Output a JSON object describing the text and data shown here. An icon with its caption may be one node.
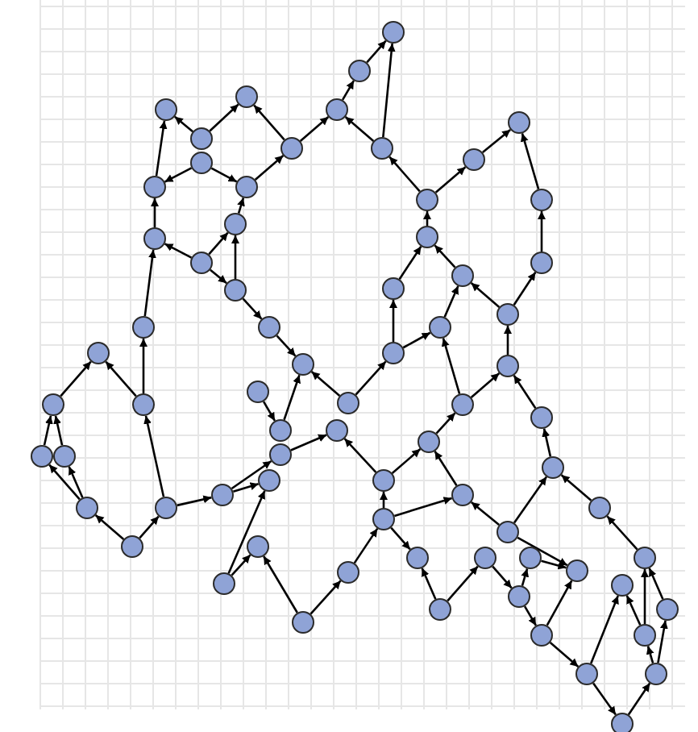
{
  "diagram": {
    "nodes": [
      {
        "text": [],
        "shape": "circle"
      },
      {
        "text": [],
        "shape": "circle"
      },
      {
        "text": [],
        "shape": "circle"
      },
      {
        "text": [],
        "shape": "circle"
      },
      {
        "text": [],
        "shape": "circle"
      },
      {
        "text": [],
        "shape": "circle"
      },
      {
        "text": [],
        "shape": "circle"
      },
      {
        "text": [],
        "shape": "circle"
      },
      {
        "text": [],
        "shape": "circle"
      },
      {
        "text": [],
        "shape": "circle"
      },
      {
        "text": [],
        "shape": "circle"
      },
      {
        "text": [],
        "shape": "circle"
      },
      {
        "text": [],
        "shape": "circle"
      },
      {
        "text": [],
        "shape": "circle"
      },
      {
        "text": [],
        "shape": "circle"
      },
      {
        "text": [],
        "shape": "circle"
      },
      {
        "text": [],
        "shape": "circle"
      },
      {
        "text": [],
        "shape": "circle"
      },
      {
        "text": [],
        "shape": "circle"
      },
      {
        "text": [],
        "shape": "circle"
      },
      {
        "text": [],
        "shape": "circle"
      },
      {
        "text": [],
        "shape": "circle"
      },
      {
        "text": [],
        "shape": "circle"
      },
      {
        "text": [],
        "shape": "circle"
      },
      {
        "text": [],
        "shape": "circle"
      },
      {
        "text": [],
        "shape": "circle"
      },
      {
        "text": [],
        "shape": "circle"
      },
      {
        "text": [],
        "shape": "circle"
      },
      {
        "text": [],
        "shape": "circle"
      },
      {
        "text": [],
        "shape": "circle"
      },
      {
        "text": [],
        "shape": "circle"
      },
      {
        "text": [],
        "shape": "circle"
      },
      {
        "text": [],
        "shape": "circle"
      },
      {
        "text": [],
        "shape": "circle"
      },
      {
        "text": [],
        "shape": "circle"
      },
      {
        "text": [],
        "shape": "circle"
      },
      {
        "text": [],
        "shape": "circle"
      },
      {
        "text": [],
        "shape": "circle"
      },
      {
        "text": [],
        "shape": "circle"
      },
      {
        "text": [],
        "shape": "circle"
      },
      {
        "text": [],
        "shape": "circle"
      },
      {
        "text": [],
        "shape": "circle"
      },
      {
        "text": [],
        "shape": "circle"
      },
      {
        "text": [],
        "shape": "circle"
      },
      {
        "text": [],
        "shape": "circle"
      },
      {
        "text": [],
        "shape": "circle"
      },
      {
        "text": [],
        "shape": "circle"
      },
      {
        "text": [],
        "shape": "circle"
      },
      {
        "text": [],
        "shape": "circle"
      },
      {
        "text": [],
        "shape": "circle"
      },
      {
        "text": [],
        "shape": "circle"
      },
      {
        "text": [],
        "shape": "circle"
      },
      {
        "text": [],
        "shape": "circle"
      },
      {
        "text": [],
        "shape": "circle"
      },
      {
        "text": [],
        "shape": "circle"
      },
      {
        "text": [],
        "shape": "circle"
      },
      {
        "text": [],
        "shape": "circle"
      },
      {
        "text": [],
        "shape": "circle"
      },
      {
        "text": [],
        "shape": "circle"
      },
      {
        "text": [],
        "shape": "circle"
      },
      {
        "text": [],
        "shape": "circle"
      },
      {
        "text": [],
        "shape": "circle"
      },
      {
        "text": [],
        "shape": "circle"
      },
      {
        "text": [],
        "shape": "circle"
      },
      {
        "text": [],
        "shape": "circle"
      },
      {
        "text": [],
        "shape": "circle"
      },
      {
        "text": [],
        "shape": "circle"
      },
      {
        "text": [],
        "shape": "circle"
      },
      {
        "text": [],
        "shape": "circle"
      },
      {
        "text": [],
        "shape": "circle"
      },
      {
        "text": [],
        "shape": "circle"
      },
      {
        "text": [],
        "shape": "circle"
      }
    ],
    "edges": [
      {
        "from": 2,
        "to": 0,
        "arrow": "to"
      },
      {
        "from": 2,
        "to": 1,
        "arrow": "to"
      },
      {
        "from": 4,
        "to": 1,
        "arrow": "to"
      },
      {
        "from": 4,
        "to": 15,
        "arrow": "to"
      },
      {
        "from": 5,
        "to": 0,
        "arrow": "to"
      },
      {
        "from": 3,
        "to": 5,
        "arrow": "to"
      },
      {
        "from": 3,
        "to": 6,
        "arrow": "to"
      },
      {
        "from": 6,
        "to": 4,
        "arrow": "to"
      },
      {
        "from": 8,
        "to": 5,
        "arrow": "to"
      },
      {
        "from": 9,
        "to": 8,
        "arrow": "to"
      },
      {
        "from": 9,
        "to": 7,
        "arrow": "to"
      },
      {
        "from": 7,
        "to": 6,
        "arrow": "to"
      },
      {
        "from": 10,
        "to": 7,
        "arrow": "to"
      },
      {
        "from": 9,
        "to": 10,
        "arrow": "to"
      },
      {
        "from": 10,
        "to": 12,
        "arrow": "to"
      },
      {
        "from": 12,
        "to": 13,
        "arrow": "to"
      },
      {
        "from": 11,
        "to": 8,
        "arrow": "to"
      },
      {
        "from": 31,
        "to": 11,
        "arrow": "to"
      },
      {
        "from": 44,
        "to": 13,
        "arrow": "to"
      },
      {
        "from": 32,
        "to": 14,
        "arrow": "to"
      },
      {
        "from": 31,
        "to": 14,
        "arrow": "to"
      },
      {
        "from": 33,
        "to": 32,
        "arrow": "to"
      },
      {
        "from": 34,
        "to": 32,
        "arrow": "to"
      },
      {
        "from": 35,
        "to": 33,
        "arrow": "to"
      },
      {
        "from": 35,
        "to": 34,
        "arrow": "to"
      },
      {
        "from": 36,
        "to": 35,
        "arrow": "to"
      },
      {
        "from": 36,
        "to": 37,
        "arrow": "to"
      },
      {
        "from": 37,
        "to": 31,
        "arrow": "to"
      },
      {
        "from": 37,
        "to": 38,
        "arrow": "to"
      },
      {
        "from": 38,
        "to": 39,
        "arrow": "to"
      },
      {
        "from": 38,
        "to": 40,
        "arrow": "to"
      },
      {
        "from": 46,
        "to": 39,
        "arrow": "to"
      },
      {
        "from": 46,
        "to": 45,
        "arrow": "to"
      },
      {
        "from": 47,
        "to": 45,
        "arrow": "to"
      },
      {
        "from": 47,
        "to": 48,
        "arrow": "to"
      },
      {
        "from": 42,
        "to": 41,
        "arrow": "to"
      },
      {
        "from": 41,
        "to": 13,
        "arrow": "to"
      },
      {
        "from": 40,
        "to": 43,
        "arrow": "to"
      },
      {
        "from": 44,
        "to": 29,
        "arrow": "to"
      },
      {
        "from": 52,
        "to": 43,
        "arrow": "to"
      },
      {
        "from": 52,
        "to": 51,
        "arrow": "to"
      },
      {
        "from": 53,
        "to": 52,
        "arrow": "to"
      },
      {
        "from": 48,
        "to": 53,
        "arrow": "to"
      },
      {
        "from": 53,
        "to": 58,
        "arrow": "to"
      },
      {
        "from": 62,
        "to": 58,
        "arrow": "to"
      },
      {
        "from": 62,
        "to": 59,
        "arrow": "to"
      },
      {
        "from": 59,
        "to": 63,
        "arrow": "to"
      },
      {
        "from": 51,
        "to": 49,
        "arrow": "to"
      },
      {
        "from": 49,
        "to": 30,
        "arrow": "to"
      },
      {
        "from": 53,
        "to": 54,
        "arrow": "to"
      },
      {
        "from": 54,
        "to": 51,
        "arrow": "to"
      },
      {
        "from": 57,
        "to": 54,
        "arrow": "to"
      },
      {
        "from": 57,
        "to": 55,
        "arrow": "to"
      },
      {
        "from": 55,
        "to": 50,
        "arrow": "to"
      },
      {
        "from": 50,
        "to": 30,
        "arrow": "to"
      },
      {
        "from": 30,
        "to": 28,
        "arrow": "to"
      },
      {
        "from": 29,
        "to": 27,
        "arrow": "to"
      },
      {
        "from": 49,
        "to": 27,
        "arrow": "to"
      },
      {
        "from": 56,
        "to": 55,
        "arrow": "to"
      },
      {
        "from": 67,
        "to": 56,
        "arrow": "to"
      },
      {
        "from": 57,
        "to": 61,
        "arrow": "to"
      },
      {
        "from": 60,
        "to": 61,
        "arrow": "to"
      },
      {
        "from": 63,
        "to": 60,
        "arrow": "to"
      },
      {
        "from": 63,
        "to": 64,
        "arrow": "to"
      },
      {
        "from": 64,
        "to": 61,
        "arrow": "to"
      },
      {
        "from": 64,
        "to": 65,
        "arrow": "to"
      },
      {
        "from": 65,
        "to": 66,
        "arrow": "to"
      },
      {
        "from": 65,
        "to": 71,
        "arrow": "to"
      },
      {
        "from": 71,
        "to": 70,
        "arrow": "to"
      },
      {
        "from": 70,
        "to": 69,
        "arrow": "to"
      },
      {
        "from": 70,
        "to": 68,
        "arrow": "to"
      },
      {
        "from": 69,
        "to": 67,
        "arrow": "to"
      },
      {
        "from": 68,
        "to": 67,
        "arrow": "to"
      },
      {
        "from": 69,
        "to": 66,
        "arrow": "to"
      },
      {
        "from": 15,
        "to": 16,
        "arrow": "to"
      },
      {
        "from": 16,
        "to": 17,
        "arrow": "to"
      },
      {
        "from": 18,
        "to": 17,
        "arrow": "to"
      },
      {
        "from": 18,
        "to": 15,
        "arrow": "to"
      },
      {
        "from": 19,
        "to": 18,
        "arrow": "to"
      },
      {
        "from": 19,
        "to": 20,
        "arrow": "to"
      },
      {
        "from": 20,
        "to": 21,
        "arrow": "to"
      },
      {
        "from": 22,
        "to": 21,
        "arrow": "to"
      },
      {
        "from": 25,
        "to": 22,
        "arrow": "to"
      },
      {
        "from": 28,
        "to": 25,
        "arrow": "to"
      },
      {
        "from": 28,
        "to": 24,
        "arrow": "to"
      },
      {
        "from": 24,
        "to": 23,
        "arrow": "to"
      },
      {
        "from": 23,
        "to": 19,
        "arrow": "to"
      },
      {
        "from": 26,
        "to": 23,
        "arrow": "to"
      },
      {
        "from": 29,
        "to": 26,
        "arrow": "to"
      },
      {
        "from": 27,
        "to": 24,
        "arrow": "to"
      }
    ]
  }
}
